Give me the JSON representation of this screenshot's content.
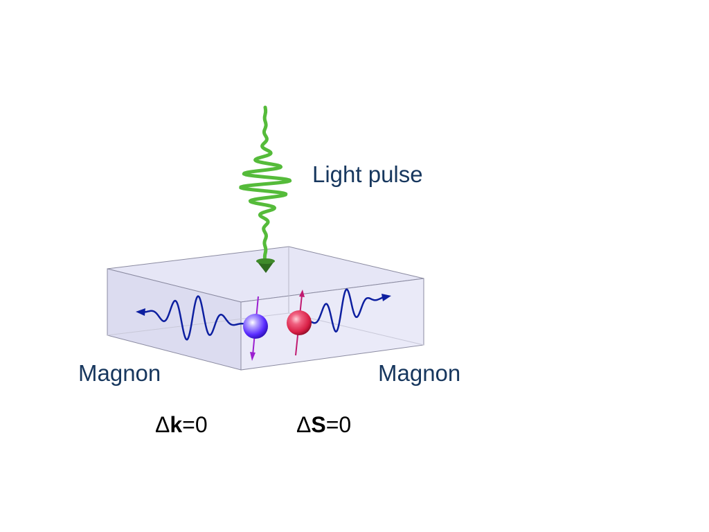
{
  "labels": {
    "light_pulse": "Light pulse",
    "magnon_left": "Magnon",
    "magnon_right": "Magnon"
  },
  "equations": {
    "momentum": {
      "delta": "Δ",
      "symbol": "k",
      "rest": "=0"
    },
    "spin": {
      "delta": "Δ",
      "symbol": "S",
      "rest": "=0"
    }
  },
  "colors": {
    "text": "#17375e",
    "light_pulse": "#55bb3a",
    "light_pulse_tip": "#2e6b1f",
    "magnon_wave": "#0d1fa0",
    "spin_down_particle": "#5a2cff",
    "spin_up_particle": "#e0244a",
    "spin_arrow": "#b01fd0",
    "slab_face": "#dcdcf2",
    "slab_edge": "#8a8aa0"
  },
  "icons": [
    "light-pulse-arrow",
    "magnon-wave-left",
    "magnon-wave-right",
    "spin-down-particle",
    "spin-up-particle"
  ]
}
